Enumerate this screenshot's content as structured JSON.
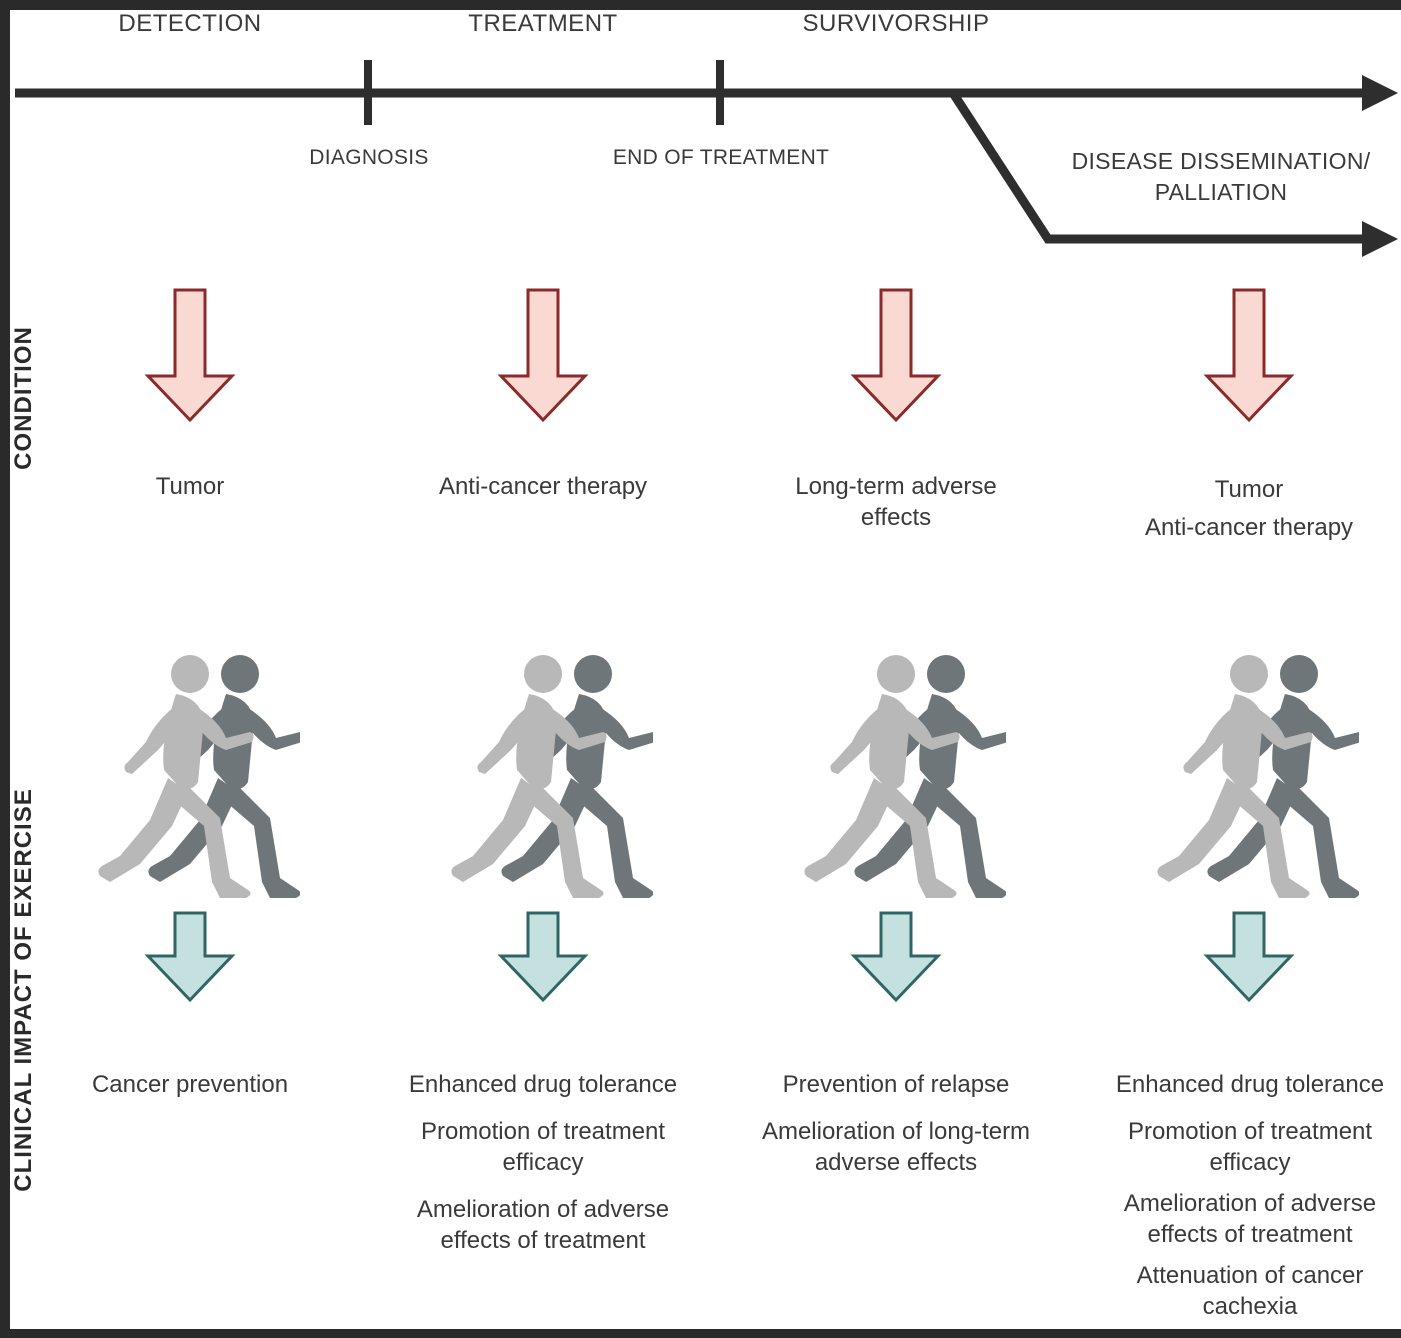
{
  "phases": [
    "DETECTION",
    "TREATMENT",
    "SURVIVORSHIP"
  ],
  "milestones": [
    "DIAGNOSIS",
    "END OF TREATMENT"
  ],
  "dissemination": {
    "line1": "DISEASE DISSEMINATION/",
    "line2": "PALLIATION"
  },
  "side_labels": {
    "condition": "CONDITION",
    "impact": "CLINICAL IMPACT OF EXERCISE"
  },
  "conditions": [
    {
      "lines": [
        "Tumor"
      ]
    },
    {
      "lines": [
        "Anti-cancer therapy"
      ]
    },
    {
      "lines": [
        "Long-term adverse",
        "effects"
      ]
    },
    {
      "lines": [
        "Tumor",
        "Anti-cancer therapy"
      ]
    }
  ],
  "impacts": [
    {
      "items": [
        "Cancer prevention"
      ]
    },
    {
      "items": [
        "Enhanced drug tolerance",
        "Promotion of treatment efficacy",
        "Amelioration of adverse effects of treatment"
      ]
    },
    {
      "items": [
        "Prevention of relapse",
        "Amelioration of long-term adverse effects"
      ]
    },
    {
      "items": [
        "Enhanced drug tolerance",
        "Promotion of treatment efficacy",
        "Amelioration of adverse effects of treatment",
        "Attenuation of cancer cachexia"
      ]
    }
  ],
  "colors": {
    "timeline": "#2e2e2e",
    "red_arrow_fill": "#fbd9d3",
    "red_arrow_stroke": "#8b2a2a",
    "teal_arrow_fill": "#c4e1df",
    "teal_arrow_stroke": "#2f6663",
    "runner_light": "#b8b8b8",
    "runner_dark": "#6f7679"
  }
}
